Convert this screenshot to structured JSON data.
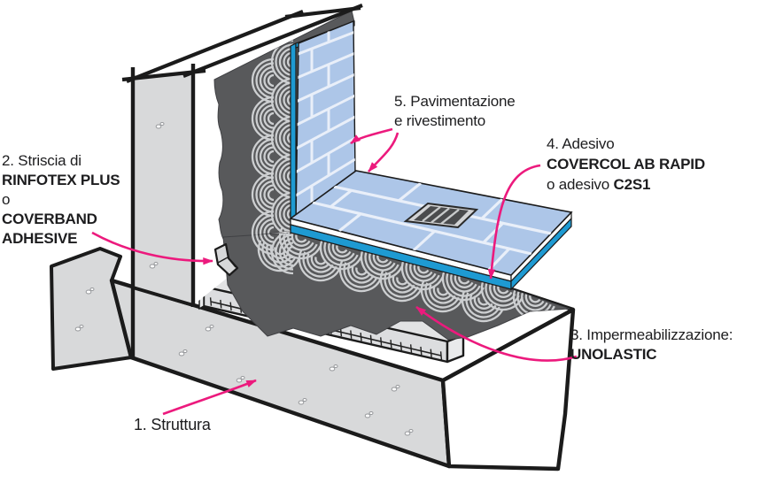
{
  "diagram": {
    "title_visible": false,
    "labels": {
      "strip": {
        "l1": "2. Striscia di",
        "l2": "RINFOTEX PLUS",
        "l3": "o",
        "l4": "COVERBAND",
        "l5": "ADHESIVE"
      },
      "paving": {
        "l1": "5. Pavimentazione",
        "l2": "e rivestimento"
      },
      "adhesive": {
        "l1": "4. Adesivo",
        "l2": "COVERCOL AB RAPID",
        "l3a": "o adesivo ",
        "l3b": "C2S1"
      },
      "waterproofing": {
        "l1": "3. Impermeabilizzazione:",
        "l2": "UNOLASTIC"
      },
      "structure": {
        "l1": "1. Struttura"
      }
    },
    "parts": [
      "struttura (concrete slab and wall)",
      "striscia RINFOTEX PLUS / COVERBAND ADHESIVE (corner strip)",
      "impermeabilizzazione UNOLASTIC (dark membrane)",
      "adesivo COVERCOL AB RAPID / C2S1 (combed adhesive swirls)",
      "pavimentazione e rivestimento (blue tiles with drain)"
    ]
  },
  "colors": {
    "arrow": "#ec1a7d",
    "tile": "#adc6e8",
    "grout": "#e9eff9",
    "adhesive_cyan": "#1e9ad2",
    "membrane": "#58595b",
    "concrete": "#d8d9da",
    "screed": "#dcdddf",
    "swirl": "#cdcfd1",
    "outline": "#1b1b1b"
  }
}
